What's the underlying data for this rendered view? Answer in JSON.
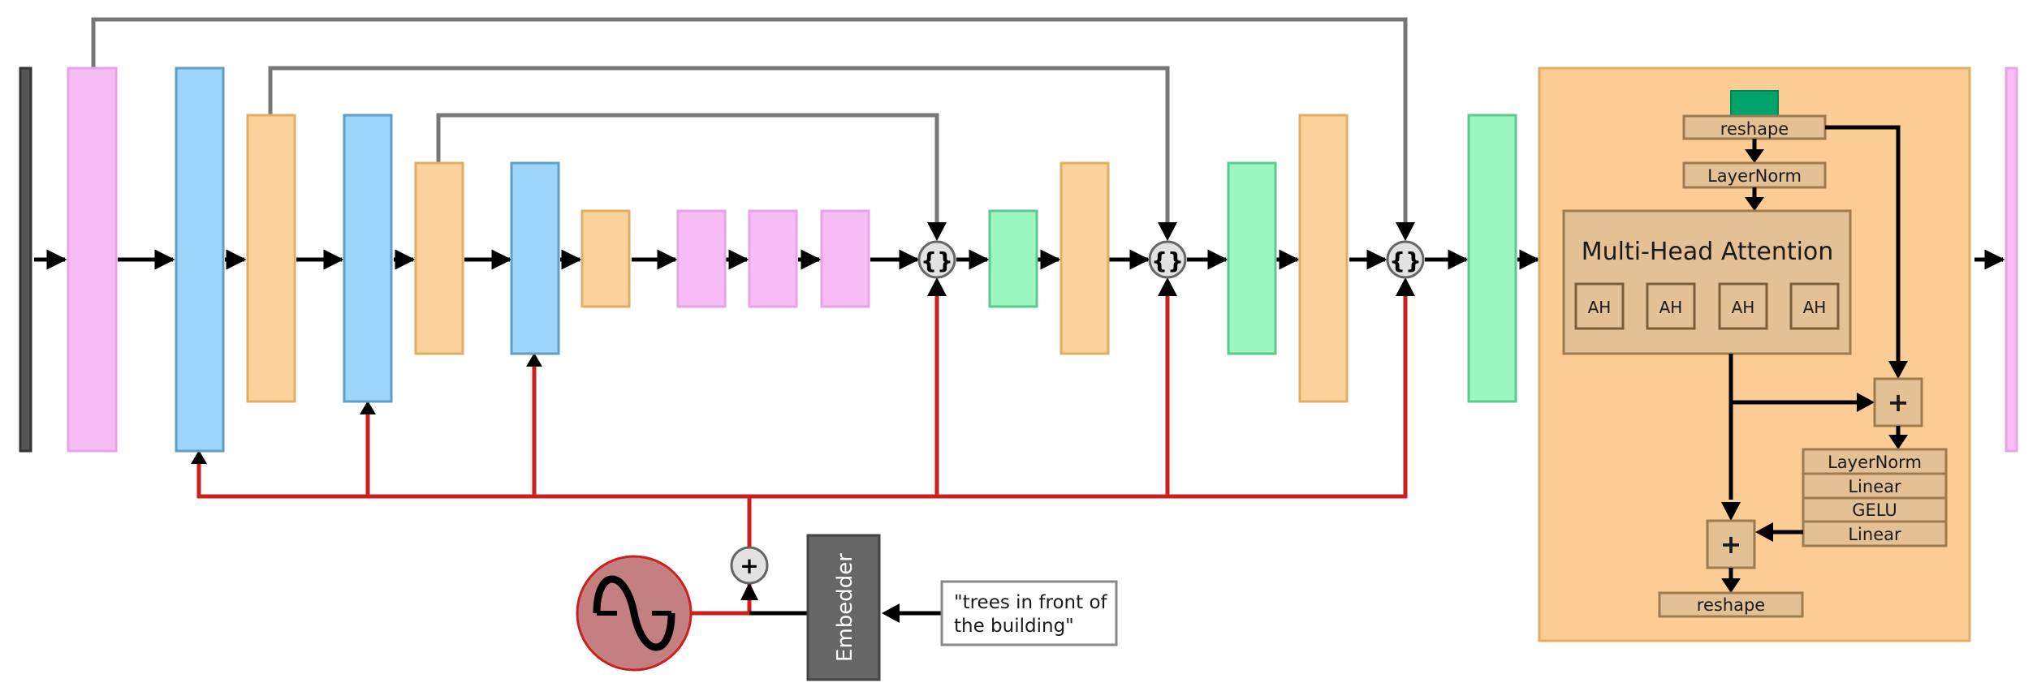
{
  "blocks": {
    "concat_symbol": "{}",
    "add_symbol": "+"
  },
  "transformer": {
    "reshape_top": "reshape",
    "layernorm_top": "LayerNorm",
    "mha_title": "Multi-Head Attention",
    "heads": [
      "AH",
      "AH",
      "AH",
      "AH"
    ],
    "add_symbol": "+",
    "mlp": [
      "LayerNorm",
      "Linear",
      "GELU",
      "Linear"
    ],
    "reshape_bottom": "reshape"
  },
  "conditioning": {
    "embedder_label": "Embedder",
    "prompt_line1": "\"trees in front of",
    "prompt_line2": "the building\"",
    "add_symbol": "+"
  },
  "colors": {
    "pink": "#f8bdf7",
    "blue": "#9dd6fb",
    "orange": "#fdd29c",
    "green": "#9af8c0",
    "skip": "#777777",
    "time": "#cc1f1f",
    "panel": "#fbcd94",
    "panel_box": "#e4c194"
  }
}
